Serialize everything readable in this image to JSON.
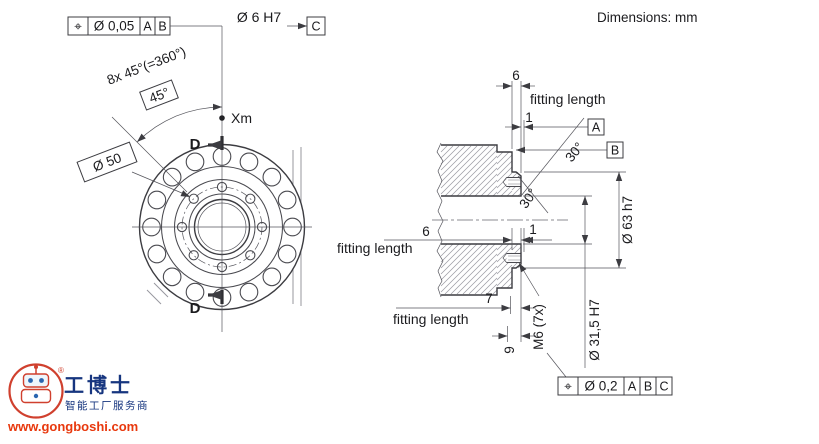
{
  "meta": {
    "units_note": "Dimensions: mm"
  },
  "front_view": {
    "fcf": {
      "symbol": "⌖",
      "tolerance": "Ø 0,05",
      "datum1": "A",
      "datum2": "B"
    },
    "hole_callout": "Ø 6 H7",
    "datum_c": "C",
    "pattern_note": "8x 45°(=360°)",
    "angle_label": "45°",
    "mastering_point": "Xm",
    "bolt_circle_dia": "Ø 50",
    "section_label": "D"
  },
  "section_view": {
    "fit_top": "6",
    "fit_top_label": "fitting length",
    "offset_top": "1",
    "datum_a": "A",
    "datum_b": "B",
    "chamfer_angle_1": "30°",
    "chamfer_angle_2": "30°",
    "spigot_dia": "Ø 63 h7",
    "fit_mid": "6",
    "fit_mid_label": "fitting length",
    "offset_mid": "1",
    "fit_bottom": "7",
    "fit_bottom_label": "fitting length",
    "thread_depth": "9",
    "thread_callout": "M6 (7x)",
    "bore_dia": "Ø 31,5 H7",
    "fcf": {
      "symbol": "⌖",
      "tolerance": "Ø 0,2",
      "datum1": "A",
      "datum2": "B",
      "datum3": "C"
    }
  },
  "watermark": {
    "brand": "工博士",
    "registered": "®",
    "tagline": "智能工厂服务商",
    "url": "www.gongboshi.com"
  }
}
